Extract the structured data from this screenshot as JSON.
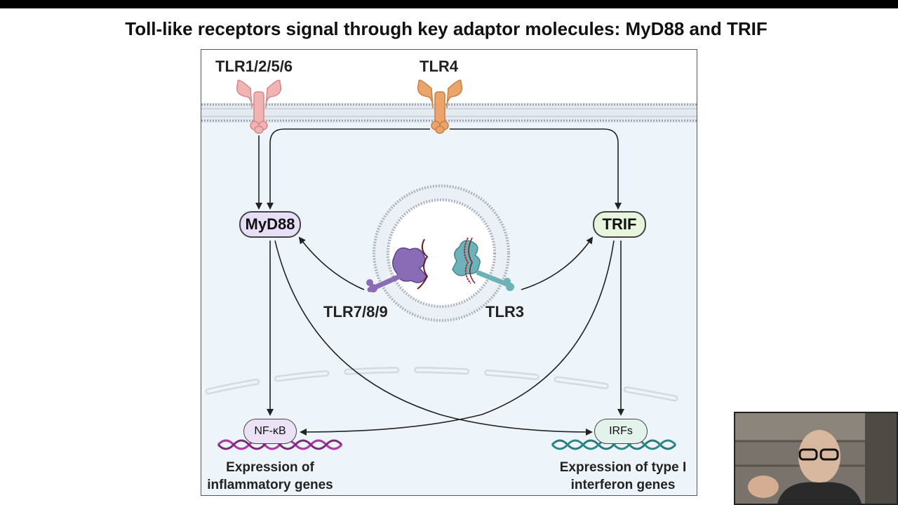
{
  "slide": {
    "title": "Toll-like receptors signal through key adaptor molecules: MyD88 and TRIF"
  },
  "diagram": {
    "receptors": {
      "tlr1256": "TLR1/2/5/6",
      "tlr4": "TLR4",
      "tlr789": "TLR7/8/9",
      "tlr3": "TLR3"
    },
    "adaptors": {
      "myd88": "MyD88",
      "trif": "TRIF"
    },
    "transcription_factors": {
      "nfkb": "NF-κB",
      "irfs": "IRFs"
    },
    "outputs": {
      "inflammatory_line1": "Expression of",
      "inflammatory_line2": "inflammatory genes",
      "interferon_line1": "Expression of type I",
      "interferon_line2": "interferon genes"
    },
    "colors": {
      "tlr1256": "#f2b3b3",
      "tlr4": "#eba56b",
      "tlr789": "#8a6bb5",
      "tlr3": "#6cb2b8",
      "myd88_fill": "#e6dff5",
      "trif_fill": "#e6f5dc",
      "nfkb_fill": "#ebe3f5",
      "irfs_fill": "#e3f2ea",
      "cytoplasm": "#eef5fa",
      "dna_nfkb": "#7a2a7a",
      "dna_irfs": "#2a7a7a"
    }
  },
  "video_overlay": {
    "description_icon": "presenter-webcam"
  }
}
